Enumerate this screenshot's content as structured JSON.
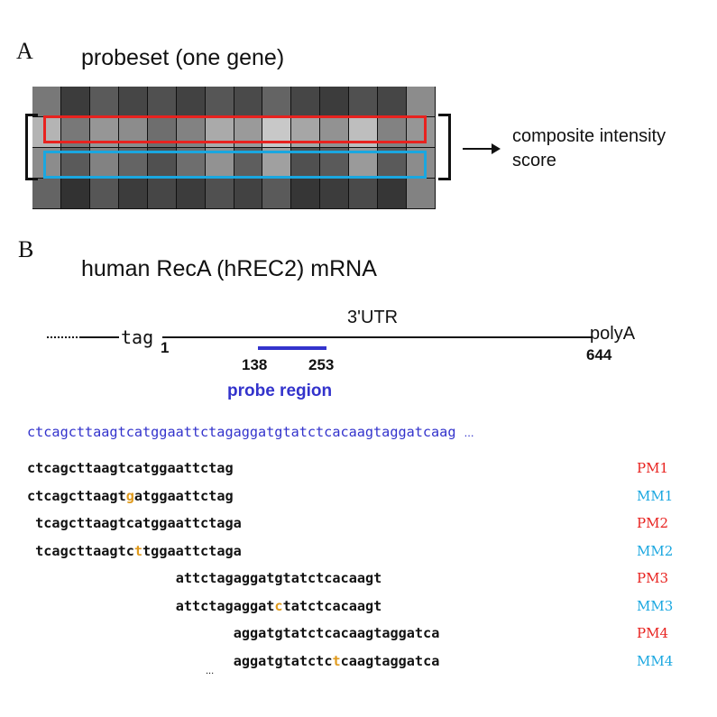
{
  "panel_a": {
    "letter": "A",
    "title": "probeset (one gene)",
    "side_label_line1": "composite intensity",
    "side_label_line2": "score",
    "highlight_colors": {
      "pm_row": "#e8221f",
      "mm_row": "#1aa7e0"
    },
    "grid_intensities": [
      [
        0.45,
        0.15,
        0.3,
        0.2,
        0.25,
        0.18,
        0.28,
        0.22,
        0.35,
        0.2,
        0.15,
        0.25,
        0.2,
        0.55
      ],
      [
        0.75,
        0.45,
        0.6,
        0.55,
        0.4,
        0.5,
        0.7,
        0.62,
        0.85,
        0.68,
        0.58,
        0.8,
        0.5,
        0.6
      ],
      [
        0.55,
        0.3,
        0.5,
        0.35,
        0.25,
        0.4,
        0.58,
        0.32,
        0.65,
        0.25,
        0.3,
        0.62,
        0.3,
        0.55
      ],
      [
        0.35,
        0.1,
        0.28,
        0.15,
        0.2,
        0.15,
        0.25,
        0.18,
        0.3,
        0.12,
        0.15,
        0.22,
        0.12,
        0.5
      ]
    ]
  },
  "panel_b": {
    "letter": "B",
    "title": "human RecA (hREC2) mRNA",
    "utr_label": "3'UTR",
    "stop_codon": "tag",
    "pos_start": "1",
    "pos_end": "644",
    "polya": "polyA",
    "probe_start": "138",
    "probe_end": "253",
    "probe_region_label": "probe region",
    "probe_color": "#3333cc",
    "full_sequence": "ctcagcttaagtcatggaattctagaggatgtatctcacaagtaggatcaag",
    "ellipsis": "...",
    "mismatch_color": "#e09a1c",
    "probes": [
      {
        "name": "PM1",
        "color": "#e8221f",
        "pre": "ctcagcttaagtcatggaattctag",
        "mm": "",
        "post": "",
        "offset": 0
      },
      {
        "name": "MM1",
        "color": "#1aa7e0",
        "pre": "ctcagcttaagt",
        "mm": "g",
        "post": "atggaattctag",
        "offset": 0
      },
      {
        "name": "PM2",
        "color": "#e8221f",
        "pre": "tcagcttaagtcatggaattctaga",
        "mm": "",
        "post": "",
        "offset": 1
      },
      {
        "name": "MM2",
        "color": "#1aa7e0",
        "pre": "tcagcttaagtc",
        "mm": "t",
        "post": "tggaattctaga",
        "offset": 1
      },
      {
        "name": "PM3",
        "color": "#e8221f",
        "pre": "attctagaggatgtatctcacaagt",
        "mm": "",
        "post": "",
        "offset": 18
      },
      {
        "name": "MM3",
        "color": "#1aa7e0",
        "pre": "attctagaggat",
        "mm": "c",
        "post": "tatctcacaagt",
        "offset": 18
      },
      {
        "name": "PM4",
        "color": "#e8221f",
        "pre": "aggatgtatctcacaagtaggatca",
        "mm": "",
        "post": "",
        "offset": 25
      },
      {
        "name": "MM4",
        "color": "#1aa7e0",
        "pre": "aggatgtatctc",
        "mm": "t",
        "post": "caagtaggatca",
        "offset": 25
      }
    ],
    "trailing_ellipsis": "..."
  }
}
